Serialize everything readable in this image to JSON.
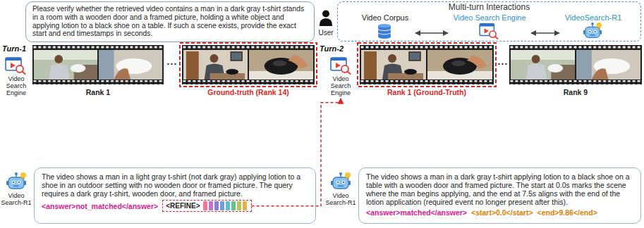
{
  "diagram": {
    "nodes": [
      {
        "text": [
          "Please verify whether the retrieved video contains a man in a dark gray t-shirt stands in a room with a wooden door and a framed picture, holding a white object and applying lotion to a black shoe on a table. If such a scene exists, provide the exact start and end timestamps in seconds."
        ]
      },
      {
        "text": [
          "Multi-turn Interactions"
        ]
      },
      {
        "text": [
          "Video Corpus"
        ],
        "in": 1
      },
      {
        "text": [
          "Video Search Engine"
        ],
        "in": 1
      },
      {
        "text": [
          "VideoSearch-R1"
        ],
        "in": 1
      },
      {
        "text": [
          "Video Search Engine"
        ]
      },
      {
        "text": [
          "Video Search Engine"
        ]
      },
      {
        "text": [
          "The video shows a man in a light gray t-shirt (not dark gray) applying lotion to a shoe in an outdoor setting with no wooden door or framed picture. The query requires a dark gray t-shirt, wooden door, and framed picture.",
          "<answer>not_matched</answer>"
        ]
      },
      {
        "text": [
          "<REFINE>"
        ],
        "in": 7
      },
      {
        "text": [
          "The video shows a man in a dark gray t-shirt applying lotion to a black shoe on a table with a wooden door and framed picture. The start at 0.0s marks the scene where the man begins applying, and the end at 7.5s aligns with the end of the lotion application (required event no longer present after this).",
          "<answer>matched</answer>",
          "<start>0.0</start>",
          "<end>9.86</end>"
        ]
      }
    ],
    "edges": [
      {
        "from": 2,
        "to": 3,
        "arrow": "both"
      },
      {
        "from": 3,
        "to": 4,
        "arrow": "both"
      },
      {
        "from": 8,
        "to": 6,
        "arrow": "to"
      }
    ],
    "labels": [
      "User",
      "Turn-1",
      "Rank 1",
      "• • •",
      "Ground-truth (Rank 14)",
      "Turn-2",
      "Rank 1 (Ground-Truth)",
      "• • •",
      "Rank 9",
      "Video Search-R1",
      "Video Search-R1"
    ]
  }
}
